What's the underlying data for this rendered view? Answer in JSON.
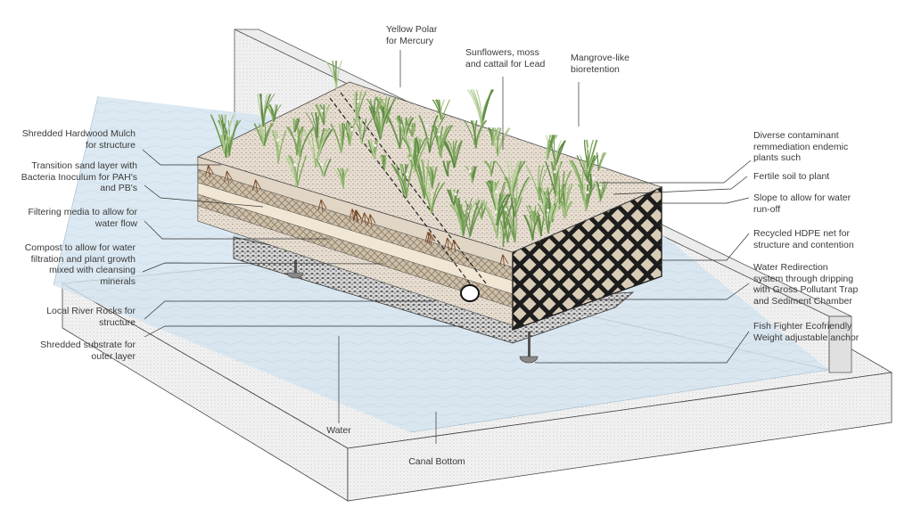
{
  "labels_left": {
    "mulch": "Shredded Hardwood Mulch\nfor structure",
    "sand": "Transition sand layer with\nBacteria Inoculum for PAH's\nand PB's",
    "filter": "Filtering media to allow for\nwater flow",
    "compost": "Compost to allow for water\nfiltration and plant growth\nmixed with cleansing\nminerals",
    "rocks": "Local River Rocks for\nstructure",
    "substrate": "Shredded substrate for\nouter layer"
  },
  "labels_top": {
    "yellow": "Yellow Polar\nfor Mercury",
    "sunflowers": "Sunflowers, moss\nand cattail for Lead",
    "mangrove": "Mangrove-like\nbioretention"
  },
  "labels_right": {
    "diverse": "Diverse contaminant\nremmediation endemic\nplants such",
    "fertile": "Fertile soil to plant",
    "slope": "Slope to allow for water\nrun-off",
    "hdpe": "Recycled HDPE net for\nstructure and contention",
    "redirect": "Water Redirection\nsystem through dripping\nwith Gross Pollutant Trap\nand Sediment Chamber",
    "anchor": "Fish Fighter Ecofriendly\nWeight adjustable anchor"
  },
  "labels_bottom": {
    "water": "Water",
    "canal": "Canal Bottom"
  }
}
